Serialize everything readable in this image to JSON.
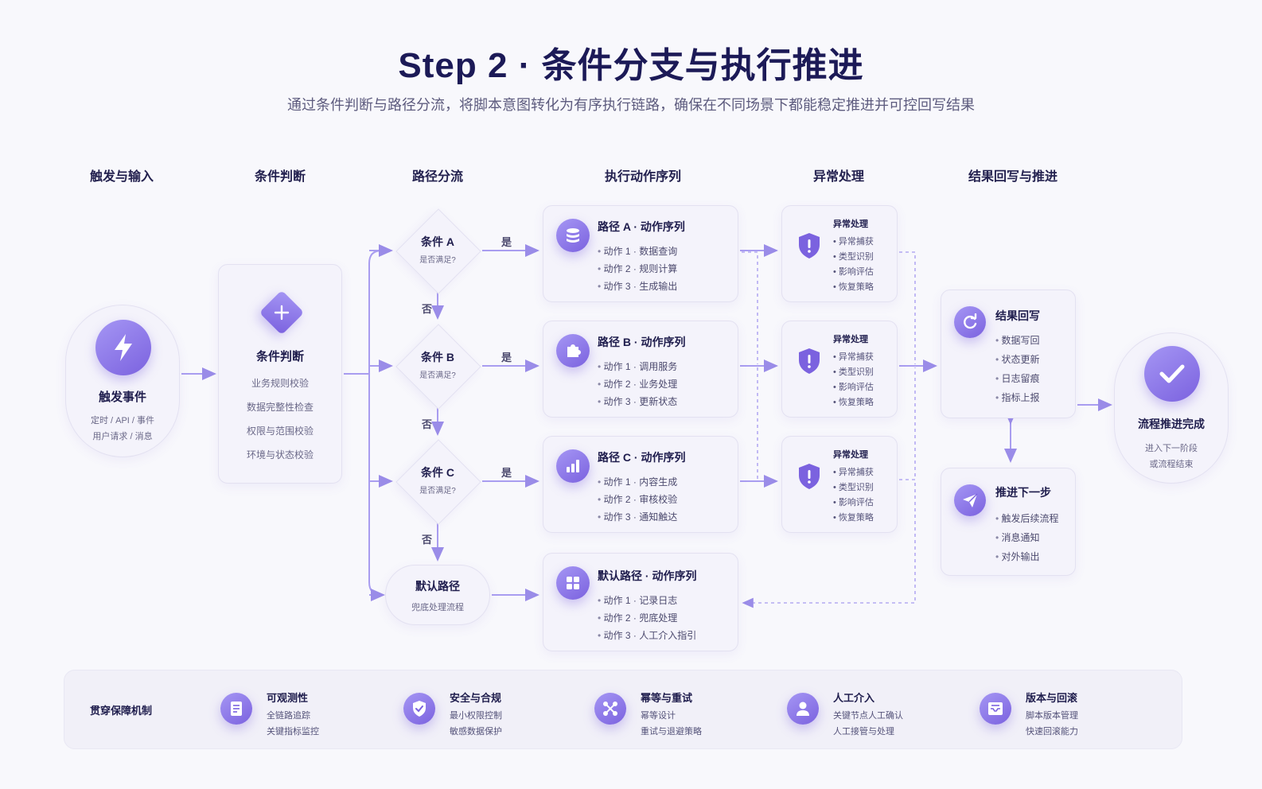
{
  "title": "Step 2 · 条件分支与执行推进",
  "subtitle": "通过条件判断与路径分流，将脚本意图转化为有序执行链路，确保在不同场景下都能稳定推进并可控回写结果",
  "columns": [
    "触发与输入",
    "条件判断",
    "路径分流",
    "执行动作序列",
    "异常处理",
    "结果回写与推进"
  ],
  "trigger": {
    "title": "触发事件",
    "lines": [
      "定时 / API / 事件",
      "用户请求 / 消息"
    ],
    "icon": "lightning-icon"
  },
  "judge": {
    "title": "条件判断",
    "items": [
      "业务规则校验",
      "数据完整性检查",
      "权限与范围校验",
      "环境与状态校验"
    ],
    "icon": "decision-node-icon"
  },
  "conditions": [
    {
      "title": "条件 A",
      "sub": "是否满足?"
    },
    {
      "title": "条件 B",
      "sub": "是否满足?"
    },
    {
      "title": "条件 C",
      "sub": "是否满足?"
    }
  ],
  "yes_label": "是",
  "no_label": "否",
  "default_node": {
    "title": "默认路径",
    "sub": "兜底处理流程"
  },
  "paths": [
    {
      "title": "路径 A · 动作序列",
      "icon": "database-icon",
      "items": [
        "动作 1 · 数据查询",
        "动作 2 · 规则计算",
        "动作 3 · 生成输出"
      ]
    },
    {
      "title": "路径 B · 动作序列",
      "icon": "puzzle-icon",
      "items": [
        "动作 1 · 调用服务",
        "动作 2 · 业务处理",
        "动作 3 · 更新状态"
      ]
    },
    {
      "title": "路径 C · 动作序列",
      "icon": "bar-chart-icon",
      "items": [
        "动作 1 · 内容生成",
        "动作 2 · 审核校验",
        "动作 3 · 通知触达"
      ]
    },
    {
      "title": "默认路径 · 动作序列",
      "icon": "grid-icon",
      "items": [
        "动作 1 · 记录日志",
        "动作 2 · 兜底处理",
        "动作 3 · 人工介入指引"
      ]
    }
  ],
  "exceptions": [
    {
      "title": "异常处理",
      "items": [
        "异常捕获",
        "类型识别",
        "影响评估",
        "恢复策略"
      ]
    },
    {
      "title": "异常处理",
      "items": [
        "异常捕获",
        "类型识别",
        "影响评估",
        "恢复策略"
      ]
    },
    {
      "title": "异常处理",
      "items": [
        "异常捕获",
        "类型识别",
        "影响评估",
        "恢复策略"
      ]
    }
  ],
  "writeback": {
    "title": "结果回写",
    "icon": "refresh-icon",
    "items": [
      "数据写回",
      "状态更新",
      "日志留痕",
      "指标上报"
    ]
  },
  "next_step": {
    "title": "推进下一步",
    "icon": "paper-plane-icon",
    "items": [
      "触发后续流程",
      "消息通知",
      "对外输出"
    ]
  },
  "complete": {
    "title": "流程推进完成",
    "lines": [
      "进入下一阶段",
      "或流程结束"
    ],
    "icon": "checkmark-icon"
  },
  "guarantee": {
    "label": "贯穿保障机制",
    "items": [
      {
        "title": "可观测性",
        "icon": "document-icon",
        "lines": [
          "全链路追踪",
          "关键指标监控"
        ]
      },
      {
        "title": "安全与合规",
        "icon": "shield-check-icon",
        "lines": [
          "最小权限控制",
          "敏感数据保护"
        ]
      },
      {
        "title": "幂等与重试",
        "icon": "network-icon",
        "lines": [
          "幂等设计",
          "重试与退避策略"
        ]
      },
      {
        "title": "人工介入",
        "icon": "user-icon",
        "lines": [
          "关键节点人工确认",
          "人工接管与处理"
        ]
      },
      {
        "title": "版本与回滚",
        "icon": "inbox-icon",
        "lines": [
          "脚本版本管理",
          "快速回滚能力"
        ]
      }
    ]
  },
  "colors": {
    "accent": "#7b62df",
    "line": "#9a8ce8",
    "title": "#1c1a57"
  }
}
